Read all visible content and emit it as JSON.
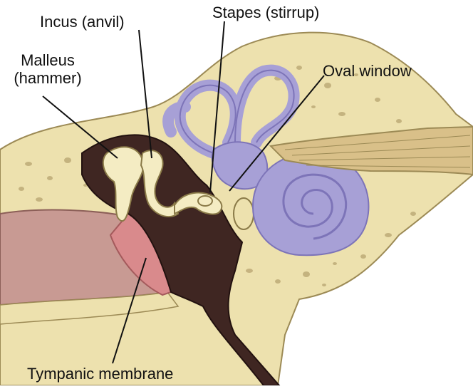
{
  "labels": {
    "incus": "Incus (anvil)",
    "stapes": "Stapes (stirrup)",
    "malleus_line1": "Malleus",
    "malleus_line2": "(hammer)",
    "oval_window": "Oval window",
    "tympanic_membrane": "Tympanic membrane"
  },
  "colors": {
    "bone": "#ede1ae",
    "bone_outline": "#9c8a55",
    "bone_pores": "#bba874",
    "cavity": "#3f2622",
    "labyrinth": "#a7a0d6",
    "labyrinth_shade": "#7d74b8",
    "ossicle": "#f4ecc3",
    "membrane": "#d98a8c",
    "canal_skin": "#c89a93",
    "nerve": "#d9c089",
    "leader": "#111111"
  }
}
